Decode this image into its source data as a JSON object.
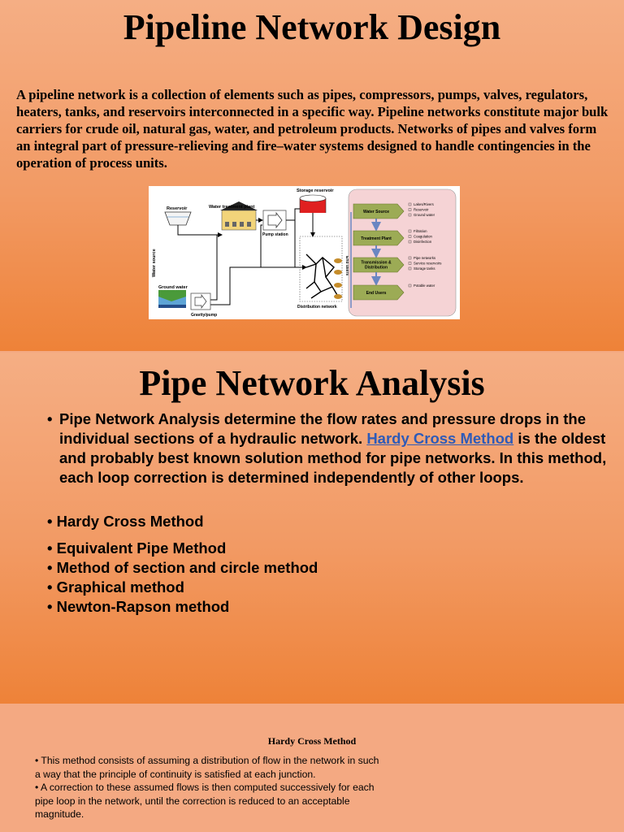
{
  "slide1": {
    "title": "Pipeline Network Design",
    "paragraph": "A pipeline network is a collection of elements such as pipes, compressors, pumps, valves, regulators, heaters, tanks, and reservoirs interconnected in a specific way. Pipeline networks constitute major bulk carriers for crude oil, natural gas, water, and petroleum products. Networks of pipes and valves form an integral part of pressure-relieving and fire–water systems designed to handle contingencies in the operation of process units.",
    "diagram": {
      "storage_reservoir": "Storage reservoir",
      "reservoir": "Reservoir",
      "treatment_plant": "Water treatment plant",
      "pump_station": "Pump station",
      "water_source_axis": "Water source",
      "ground_water": "Ground water",
      "gravity_pump": "Gravity/pump",
      "distribution_network": "Distribution network",
      "end_users_vertical": "End users",
      "flow": [
        {
          "label": "Water Source",
          "items": [
            "Lakes/Rivers",
            "Reservoir",
            "Ground water"
          ]
        },
        {
          "label": "Treatment Plant",
          "items": [
            "Filtration",
            "Coagulation",
            "Disinfection"
          ]
        },
        {
          "label": "Transmission & Distribution",
          "items": [
            "Pipe networks",
            "Service reservoirs",
            "Storage tanks"
          ]
        },
        {
          "label": "End Users",
          "items": [
            "Potable water"
          ]
        }
      ]
    }
  },
  "slide2": {
    "title": "Pipe Network Analysis",
    "bullet_main_before": "Pipe Network Analysis determine the flow rates and pressure drops in the individual sections of a hydraulic network. ",
    "bullet_main_link": "Hardy Cross Method",
    "bullet_main_after": " is the oldest and probably best known solution method for pipe networks. In this method, each loop correction is determined independently of other loops.",
    "list": [
      "• Hardy Cross Method",
      "• Equivalent Pipe Method",
      "• Method of section and circle method",
      "• Graphical method",
      "• Newton-Rapson method"
    ]
  },
  "slide3": {
    "title": "Hardy Cross Method",
    "bullets": [
      "• This method consists of assuming a distribution of flow in the network in such a way that the principle of continuity is satisfied at each junction.",
      "• A correction to these assumed flows is then computed successively for each pipe loop in the network, until the correction is reduced to an acceptable magnitude."
    ]
  },
  "colors": {
    "slide_top": "#f5ae84",
    "slide_bottom": "#ee8238",
    "link": "#2e5bb8",
    "flow_box": "#9cab55",
    "flow_panel": "#f5d3d5"
  }
}
